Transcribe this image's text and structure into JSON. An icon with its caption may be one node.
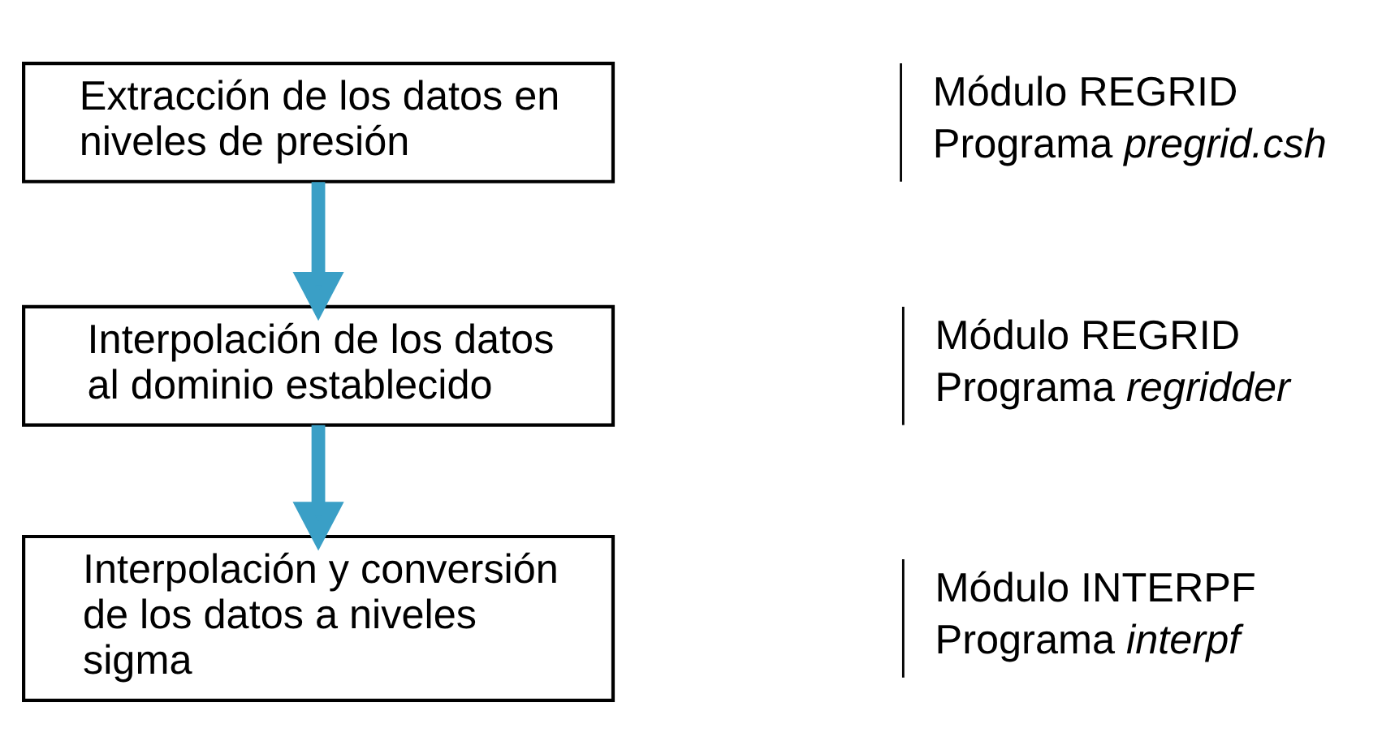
{
  "diagram": {
    "nodes": [
      {
        "text": [
          "Extracción de los datos en niveles de presión"
        ],
        "beside": [
          "Módulo REGRID",
          "Programa *pregrid.csh*"
        ]
      },
      {
        "text": [
          "Interpolación de los datos al dominio establecido"
        ],
        "beside": [
          "Módulo REGRID",
          "Programa *regridder*"
        ]
      },
      {
        "text": [
          "Interpolación y conversión de los datos a niveles sigma"
        ],
        "beside": [
          "Módulo INTERPF",
          "Programa *interpf*"
        ]
      }
    ],
    "edges": [
      {
        "from": 0,
        "to": 1,
        "arrow": "to",
        "color": "#3a9fc6"
      },
      {
        "from": 1,
        "to": 2,
        "arrow": "to",
        "color": "#3a9fc6"
      }
    ]
  }
}
